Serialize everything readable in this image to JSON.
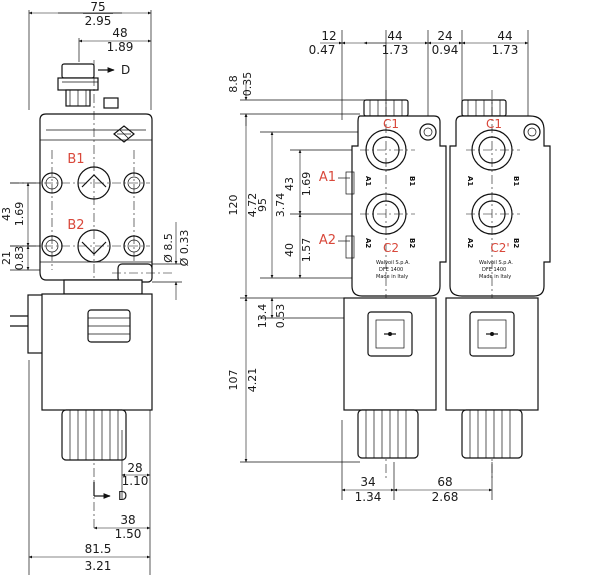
{
  "side_view": {
    "dims_top": [
      {
        "mm": "75",
        "inch": "2.95"
      },
      {
        "mm": "48",
        "inch": "1.89"
      }
    ],
    "dims_left": [
      {
        "mm": "43",
        "inch": "1.69"
      },
      {
        "mm": "21",
        "inch": "0.83"
      }
    ],
    "hole_dim": {
      "mm": "Ø 8.5",
      "inch": "Ø 0.33"
    },
    "dims_bottom": [
      {
        "mm": "28",
        "inch": "1.10"
      },
      {
        "mm": "38",
        "inch": "1.50"
      },
      {
        "mm": "81.5",
        "inch": "3.21"
      }
    ],
    "drain_top": "D",
    "drain_bottom": "D",
    "port_b1": "B1",
    "port_b2": "B2"
  },
  "front_view": {
    "dims_top": [
      {
        "mm": "12",
        "inch": "0.47"
      },
      {
        "mm": "44",
        "inch": "1.73"
      },
      {
        "mm": "24",
        "inch": "0.94"
      },
      {
        "mm": "44",
        "inch": "1.73"
      }
    ],
    "dims_left": [
      {
        "mm": "8.8",
        "inch": "0.35"
      },
      {
        "mm": "120",
        "inch": "4.72"
      },
      {
        "mm": "95",
        "inch": "3.74"
      },
      {
        "mm": "43",
        "inch": "1.69"
      },
      {
        "mm": "40",
        "inch": "1.57"
      },
      {
        "mm": "13.4",
        "inch": "0.53"
      },
      {
        "mm": "107",
        "inch": "4.21"
      }
    ],
    "dims_bottom": [
      {
        "mm": "34",
        "inch": "1.34"
      },
      {
        "mm": "68",
        "inch": "2.68"
      }
    ],
    "ports": {
      "a1": "A1",
      "a2": "A2",
      "c1_left": "C1",
      "c1_right": "C1",
      "c2_left": "C2",
      "c2_right": "C2'"
    },
    "body_ports": {
      "a1": "A1",
      "b1": "B1",
      "a2": "A2",
      "b2": "B2"
    },
    "plate_lines": [
      "Walvoil S.p.A.",
      "DFE 1400",
      "Made in Italy"
    ]
  },
  "colors": {
    "ink": "#111111",
    "label_red": "#d9483b",
    "background": "#ffffff"
  }
}
